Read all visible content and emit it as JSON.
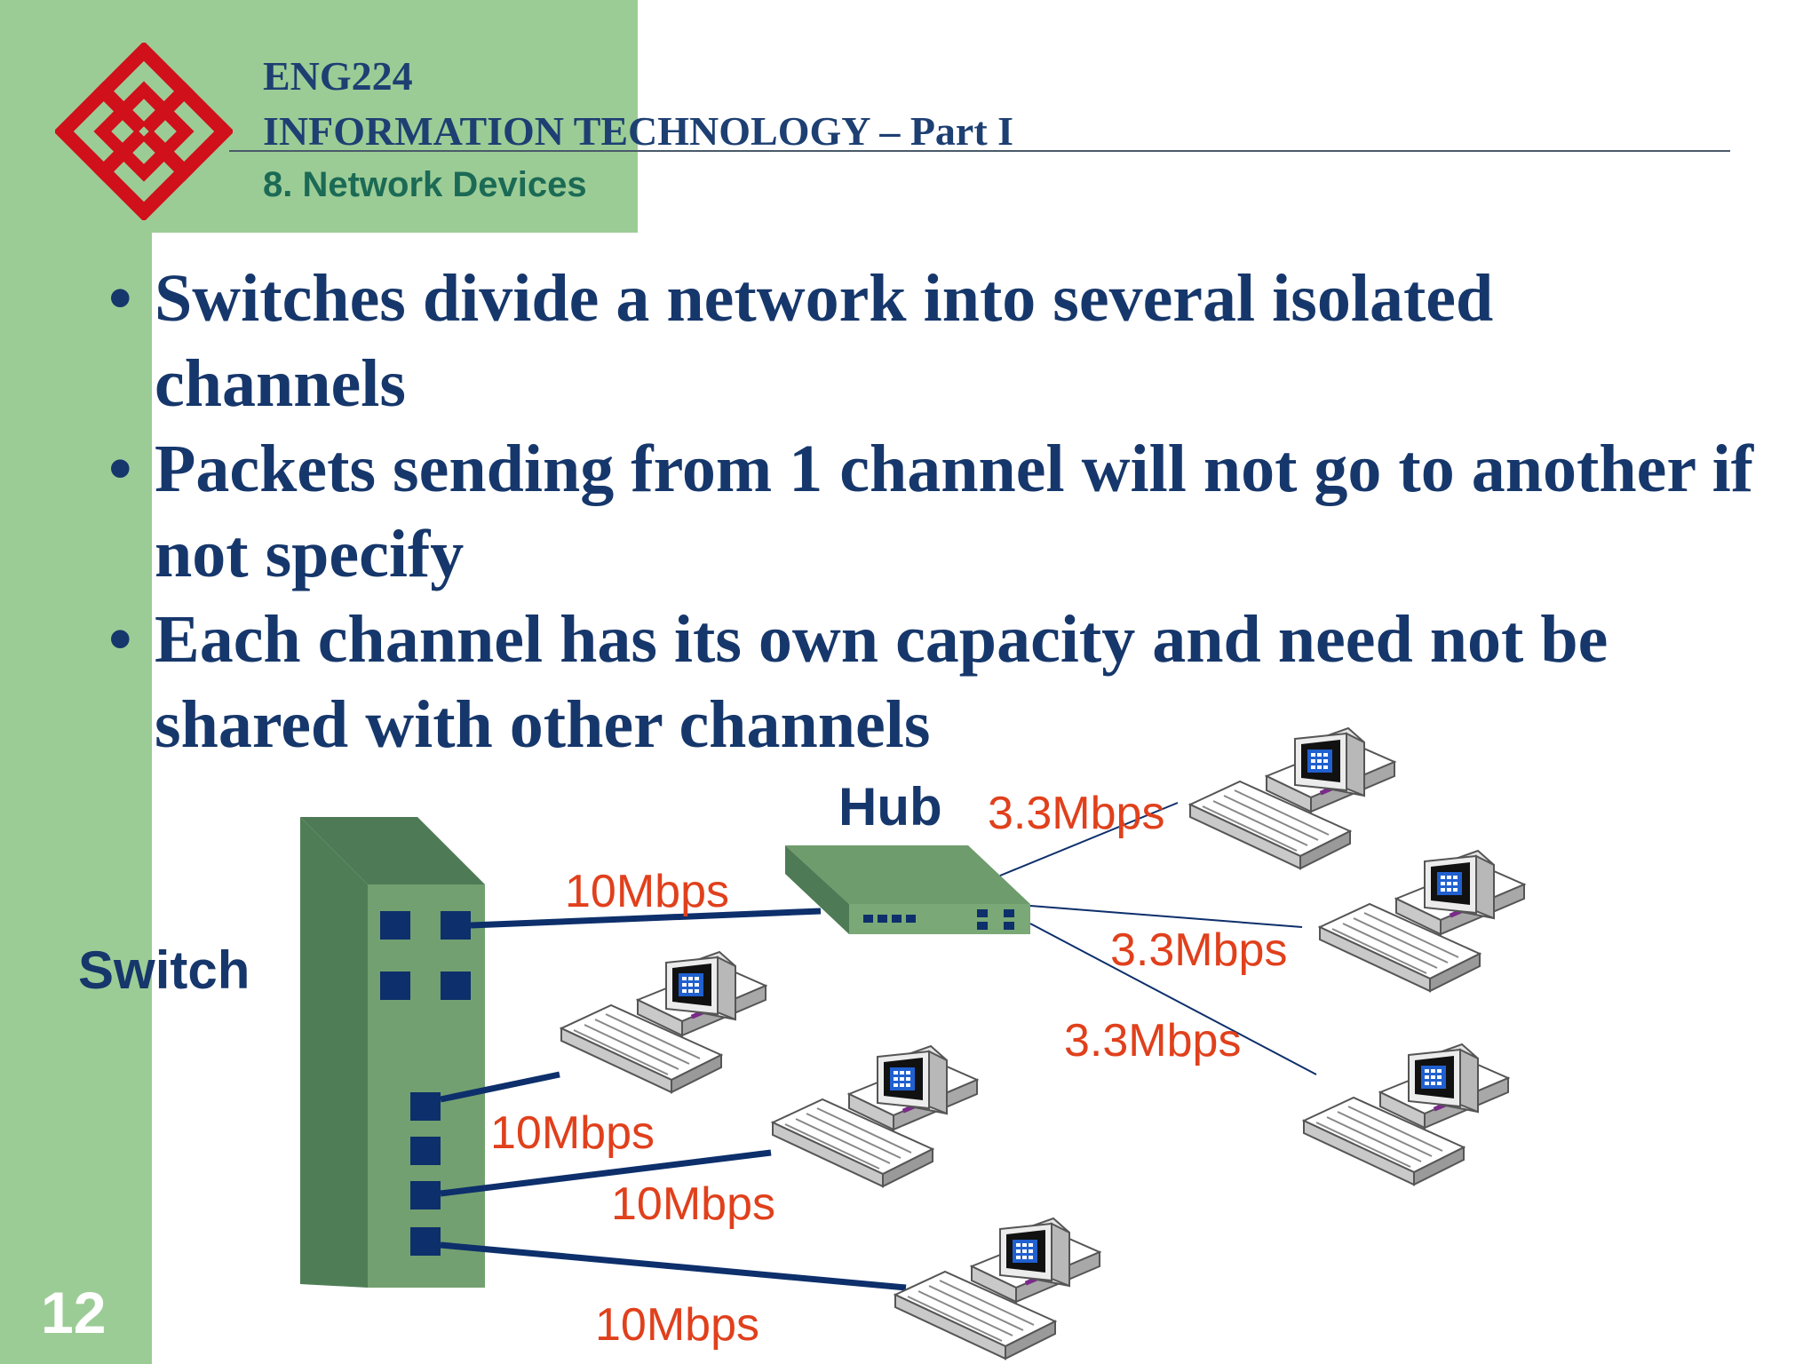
{
  "header": {
    "course_code": "ENG224",
    "course_title": "INFORMATION TECHNOLOGY – Part I",
    "section_title": "8. Network Devices"
  },
  "bullets": [
    "Switches divide a network into several isolated channels",
    "Packets sending from 1 channel will not go to another if not specify",
    "Each channel has its own capacity and need not be shared with other channels"
  ],
  "bullet_symbol": "•",
  "diagram": {
    "switch_label": "Switch",
    "hub_label": "Hub",
    "switch_links": [
      "10Mbps",
      "10Mbps",
      "10Mbps",
      "10Mbps"
    ],
    "hub_links": [
      "3.3Mbps",
      "3.3Mbps",
      "3.3Mbps"
    ]
  },
  "slide_number": "12",
  "colors": {
    "accent_green": "#9ccc96",
    "text_navy": "#16376b",
    "rate_red": "#e0401c",
    "logo_red": "#d0101a"
  },
  "icons": [
    "university-logo",
    "switch-icon",
    "hub-icon",
    "computer-icon"
  ]
}
